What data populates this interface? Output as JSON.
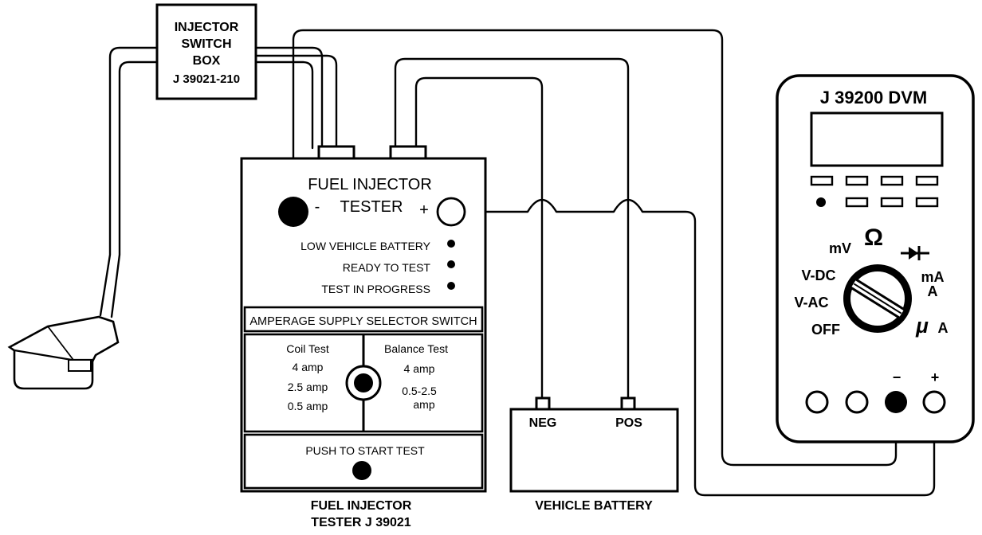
{
  "switch_box": {
    "line1": "INJECTOR",
    "line2": "SWITCH",
    "line3": "BOX",
    "line4": "J 39021-210"
  },
  "tester": {
    "title_line1": "FUEL INJECTOR",
    "title_line2": "TESTER",
    "minus_sign": "-",
    "plus_sign": "+",
    "indicators": [
      "LOW VEHICLE BATTERY",
      "READY TO TEST",
      "TEST IN PROGRESS"
    ],
    "selector_header": "AMPERAGE SUPPLY SELECTOR SWITCH",
    "coil_test": {
      "title": "Coil Test",
      "options": [
        "4 amp",
        "2.5 amp",
        "0.5 amp"
      ]
    },
    "balance_test": {
      "title": "Balance Test",
      "options": [
        "4 amp",
        "0.5-2.5",
        "amp"
      ]
    },
    "push_label": "PUSH TO START TEST",
    "caption_line1": "FUEL INJECTOR",
    "caption_line2": "TESTER J 39021"
  },
  "battery": {
    "neg": "NEG",
    "pos": "POS",
    "caption": "VEHICLE BATTERY"
  },
  "dvm": {
    "title": "J 39200 DVM",
    "dial": {
      "mv": "mV",
      "ohm": "Ω",
      "v_dc": "V-DC",
      "v_ac": "V-AC",
      "off": "OFF",
      "ma": "mA",
      "a": "A",
      "micro": "μ",
      "ua_a": "A"
    },
    "jack_minus": "−",
    "jack_plus": "+"
  }
}
